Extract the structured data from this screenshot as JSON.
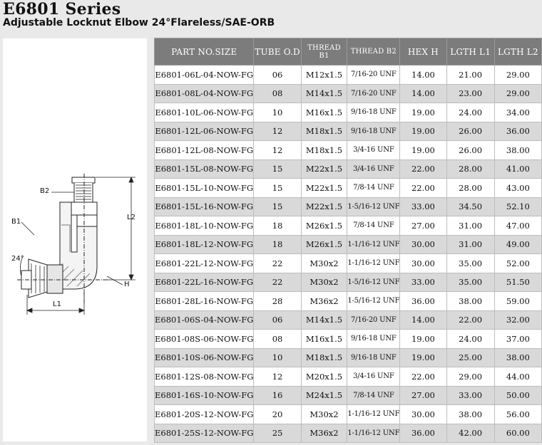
{
  "header": {
    "title": "E6801 Series",
    "subtitle": "Adjustable Locknut Elbow 24°Flareless/SAE-ORB"
  },
  "drawing": {
    "labels": {
      "b2": "B2",
      "b1": "B1",
      "angle": "24°",
      "l2": "L2",
      "h": "H",
      "l1": "L1"
    }
  },
  "table": {
    "columns": [
      "PART  NO.SIZE",
      "TUBE O.D",
      "THREAD B1",
      "THREAD B2",
      "HEX H",
      "LGTH L1",
      "LGTH L2"
    ],
    "rows": [
      [
        "E6801-06L-04-NOW-FG",
        "06",
        "M12x1.5",
        "7/16-20 UNF",
        "14.00",
        "21.00",
        "29.00"
      ],
      [
        "E6801-08L-04-NOW-FG",
        "08",
        "M14x1.5",
        "7/16-20 UNF",
        "14.00",
        "23.00",
        "29.00"
      ],
      [
        "E6801-10L-06-NOW-FG",
        "10",
        "M16x1.5",
        "9/16-18 UNF",
        "19.00",
        "24.00",
        "34.00"
      ],
      [
        "E6801-12L-06-NOW-FG",
        "12",
        "M18x1.5",
        "9/16-18 UNF",
        "19.00",
        "26.00",
        "36.00"
      ],
      [
        "E6801-12L-08-NOW-FG",
        "12",
        "M18x1.5",
        "3/4-16 UNF",
        "19.00",
        "26.00",
        "38.00"
      ],
      [
        "E6801-15L-08-NOW-FG",
        "15",
        "M22x1.5",
        "3/4-16 UNF",
        "22.00",
        "28.00",
        "41.00"
      ],
      [
        "E6801-15L-10-NOW-FG",
        "15",
        "M22x1.5",
        "7/8-14 UNF",
        "22.00",
        "28.00",
        "43.00"
      ],
      [
        "E6801-15L-16-NOW-FG",
        "15",
        "M22x1.5",
        "1-5/16-12 UNF",
        "33.00",
        "34.50",
        "52.10"
      ],
      [
        "E6801-18L-10-NOW-FG",
        "18",
        "M26x1.5",
        "7/8-14 UNF",
        "27.00",
        "31.00",
        "47.00"
      ],
      [
        "E6801-18L-12-NOW-FG",
        "18",
        "M26x1.5",
        "1-1/16-12 UNF",
        "30.00",
        "31.00",
        "49.00"
      ],
      [
        "E6801-22L-12-NOW-FG",
        "22",
        "M30x2",
        "1-1/16-12 UNF",
        "30.00",
        "35.00",
        "52.00"
      ],
      [
        "E6801-22L-16-NOW-FG",
        "22",
        "M30x2",
        "1-5/16-12 UNF",
        "33.00",
        "35.00",
        "51.50"
      ],
      [
        "E6801-28L-16-NOW-FG",
        "28",
        "M36x2",
        "1-5/16-12 UNF",
        "36.00",
        "38.00",
        "59.00"
      ],
      [
        "E6801-06S-04-NOW-FG",
        "06",
        "M14x1.5",
        "7/16-20 UNF",
        "14.00",
        "22.00",
        "32.00"
      ],
      [
        "E6801-08S-06-NOW-FG",
        "08",
        "M16x1.5",
        "9/16-18 UNF",
        "19.00",
        "24.00",
        "37.00"
      ],
      [
        "E6801-10S-06-NOW-FG",
        "10",
        "M18x1.5",
        "9/16-18 UNF",
        "19.00",
        "25.00",
        "38.00"
      ],
      [
        "E6801-12S-08-NOW-FG",
        "12",
        "M20x1.5",
        "3/4-16 UNF",
        "22.00",
        "29.00",
        "44.00"
      ],
      [
        "E6801-16S-10-NOW-FG",
        "16",
        "M24x1.5",
        "7/8-14 UNF",
        "27.00",
        "33.00",
        "50.00"
      ],
      [
        "E6801-20S-12-NOW-FG",
        "20",
        "M30x2",
        "1-1/16-12 UNF",
        "30.00",
        "38.00",
        "56.00"
      ],
      [
        "E6801-25S-12-NOW-FG",
        "25",
        "M36x2",
        "1-1/16-12 UNF",
        "36.00",
        "42.00",
        "60.00"
      ]
    ]
  }
}
